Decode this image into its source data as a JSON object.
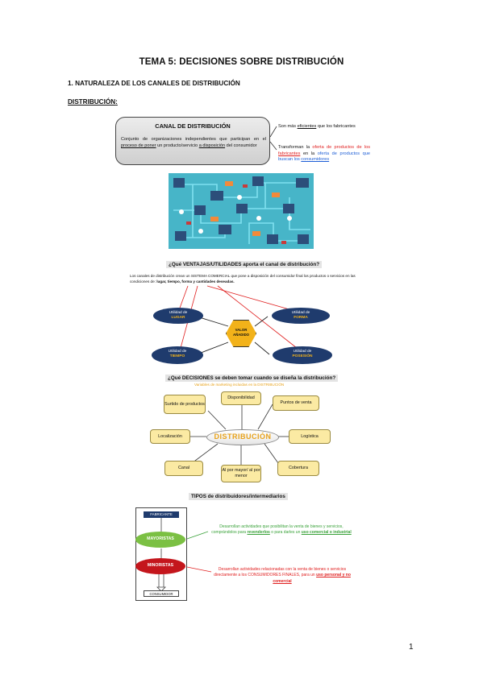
{
  "title": "TEMA 5: DECISIONES SOBRE DISTRIBUCIÓN",
  "section_heading": "1. NATURALEZA DE LOS CANALES DE DISTRIBUCIÓN",
  "sub_heading": "DISTRIBUCIÓN",
  "sub_heading_suffix": ":",
  "canal": {
    "title": "CANAL DE DISTRIBUCIÓN",
    "desc_part1": "Conjunto de organizaciones independientes que participan en el ",
    "desc_link": "proceso de poner",
    "desc_part2": " un producto/servicio ",
    "desc_link2": "a disposición",
    "desc_part3": " del consumidor"
  },
  "canal_notes": {
    "note1_a": "Son más ",
    "note1_u": "eficientes",
    "note1_b": " que los fabricantes",
    "note2_a": "Transforman la ",
    "note2_red1": "oferta de productos de los ",
    "note2_red2": "fabricantes",
    "note2_b": " en la ",
    "note2_blue": "oferta de productos que buscan los ",
    "note2_blue_u": "consumidores"
  },
  "ventajas": {
    "heading": "¿Qué VENTAJAS/UTILIDADES aporta el canal de distribución?",
    "para_a": "Los canales de distribución crean un SISTEMA COMERCIAL que pone a disposición del consumidor final los productos o servicios en las condiciones de: ",
    "para_b": "lugar, tiempo, forma y cantidades deseadas.",
    "lugar_a": "Utilidad de",
    "lugar_b": "LUGAR",
    "forma_a": "Utilidad de",
    "forma_b": "FORMA",
    "tiempo_a": "Utilidad de",
    "tiempo_b": "TIEMPO",
    "posesion_a": "Utilidad de",
    "posesion_b": "POSESIÓN",
    "valor_a": "VALOR",
    "valor_b": "AÑADIDO"
  },
  "decisiones": {
    "heading": "¿Qué DECISIONES se deben tomar cuando se diseña la distribución?",
    "subheading": "Variables de marketing incluidas en la DISTRIBUCIÓN",
    "center": "DISTRIBUCIÓN",
    "surtido": "Surtido de productos",
    "disponibilidad": "Disponibilidad",
    "puntos": "Puntos de venta",
    "localizacion": "Localización",
    "logistica": "Logística",
    "canal": "Canal",
    "mayor": "Al por mayor/ al por menor",
    "cobertura": "Cobertura"
  },
  "tipos": {
    "heading": "TIPOS  de distribuidores/intermediarios",
    "fabricante": "FABRICANTE",
    "mayoristas": "MAYORISTAS",
    "minoristas": "MINORISTAS",
    "consumidor": "CONSUMIDOR",
    "may_a": "Desarrollan actividades que posibilitan la venta de bienes y servicios, comprándolos para ",
    "may_u": "revenderlos",
    "may_b": " o para darles un ",
    "may_c": "uso comercial o industrial",
    "min_a": "Desarrollan actividades relacionadas con la venta de bienes o servicios directamente a los CONSUMIDORES FINALES, para un ",
    "min_u": "uso personal y no comercial"
  },
  "page_number": "1",
  "colors": {
    "navy": "#1f3b6d",
    "gold": "#f2b21a",
    "red": "#e02020",
    "green": "#3aa23a",
    "orange": "#e8a21a"
  }
}
